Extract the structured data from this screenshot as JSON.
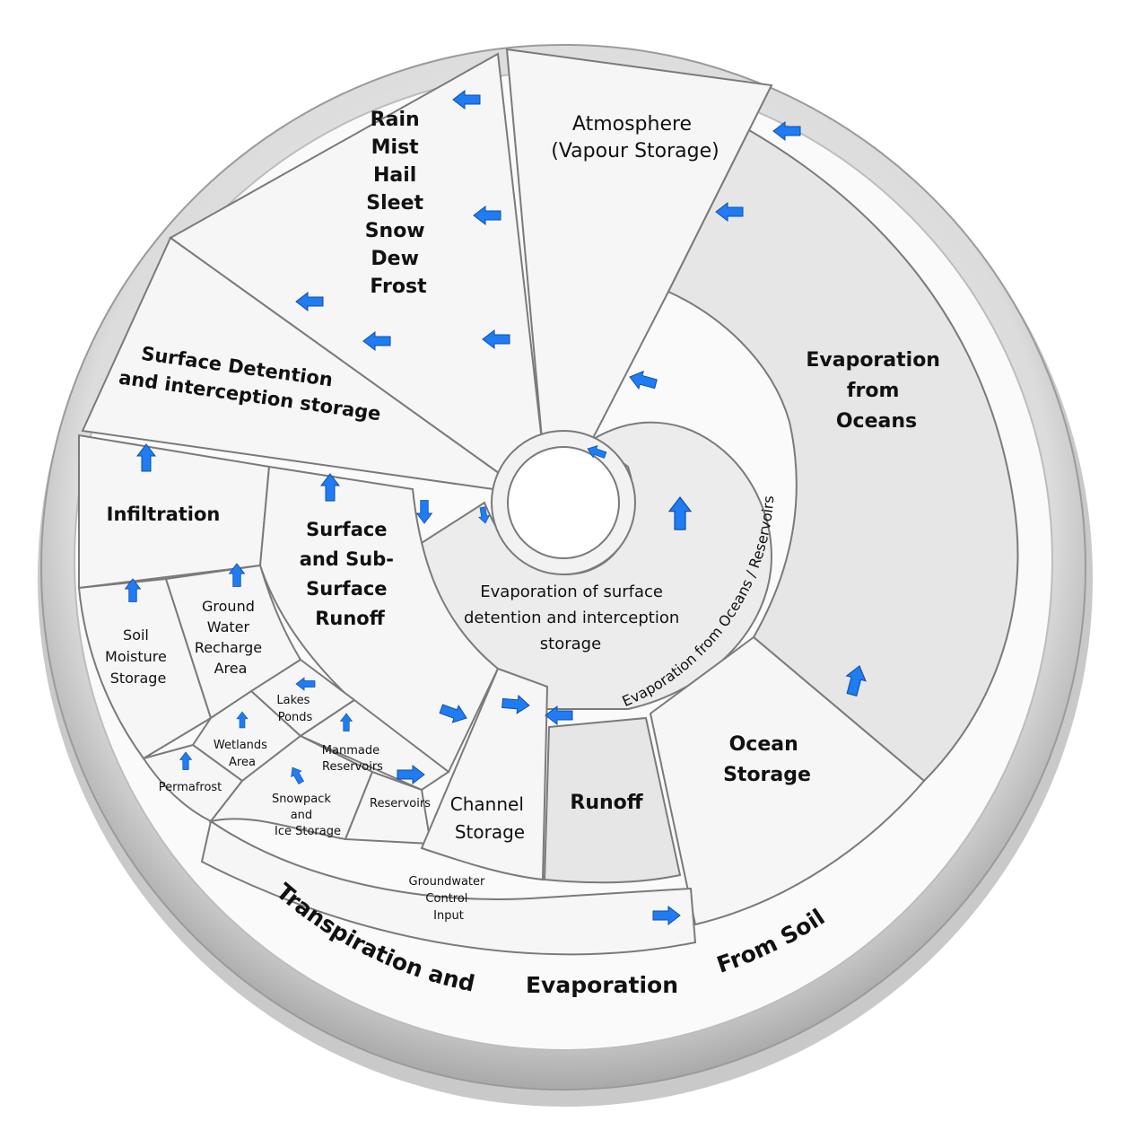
{
  "sectors": {
    "atmosphere": [
      "Atmosphere",
      "(Vapour Storage)"
    ],
    "precipitation": [
      "Rain",
      "Mist",
      "Hail",
      "Sleet",
      "Snow",
      "Dew",
      "Frost"
    ],
    "surface_detention": [
      "Surface Detention",
      "and interception storage"
    ],
    "evaporation_oceans": [
      "Evaporation",
      "from",
      "Oceans"
    ],
    "infiltration": "Infiltration",
    "surface_runoff": [
      "Surface",
      "and Sub-",
      "Surface",
      "Runoff"
    ],
    "evaporation_surface": [
      "Evaporation of surface",
      "detention and interception",
      "storage"
    ],
    "evaporation_oceans_reservoirs": "Evaporation from Oceans / Reservoirs",
    "soil_moisture": [
      "Soil",
      "Moisture",
      "Storage"
    ],
    "groundwater_recharge": [
      "Ground",
      "Water",
      "Recharge",
      "Area"
    ],
    "lakes_ponds": [
      "Lakes",
      "Ponds"
    ],
    "wetlands": [
      "Wetlands",
      "Area"
    ],
    "manmade_reservoirs": [
      "Manmade",
      "Reservoirs"
    ],
    "permafrost": "Permafrost",
    "snowpack": [
      "Snowpack",
      "and",
      "Ice Storage"
    ],
    "reservoirs": "Reservoirs",
    "channel_storage": [
      "Channel",
      "Storage"
    ],
    "runoff": "Runoff",
    "ocean_storage": [
      "Ocean",
      "Storage"
    ],
    "groundwater_control": [
      "Groundwater",
      "Control",
      "Input"
    ]
  },
  "rim": {
    "part1": "Transpiration and",
    "part2": "Evaporation",
    "part3": "From Soil"
  },
  "colors": {
    "panel": "#f6f6f6",
    "panel_shaded": "#e6e6e6",
    "rim": "#d8d8d8",
    "outline": "#7a7a7a",
    "arrow": "#1f7cf2"
  }
}
